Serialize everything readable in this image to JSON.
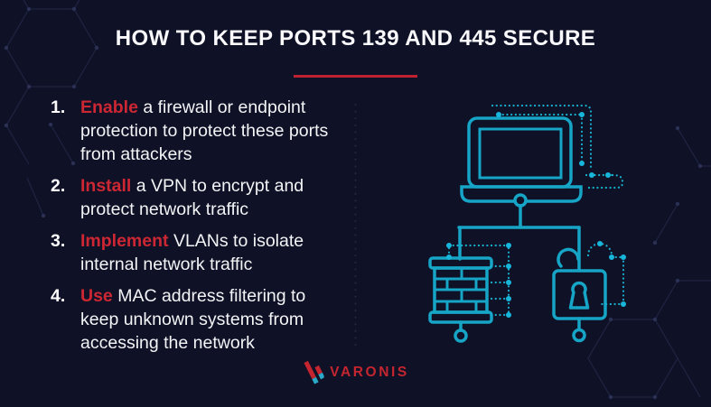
{
  "header": {
    "title": "HOW TO KEEP PORTS 139 AND 445 SECURE"
  },
  "steps": [
    {
      "number": "1.",
      "keyword": "Enable",
      "text": " a firewall or endpoint protection to protect these ports from attackers"
    },
    {
      "number": "2.",
      "keyword": "Install",
      "text": " a VPN to encrypt and protect network traffic"
    },
    {
      "number": "3.",
      "keyword": "Implement",
      "text": " VLANs to isolate internal network traffic"
    },
    {
      "number": "4.",
      "keyword": "Use",
      "text": " MAC address filtering to keep unknown systems from accessing the network"
    }
  ],
  "illustration": {
    "icons": [
      "laptop-icon",
      "firewall-icon",
      "padlock-icon"
    ],
    "style": "teal outline network diagram with dotted circuit traces"
  },
  "footer": {
    "brand_name": "VARONIS"
  },
  "colors": {
    "background": "#0F1126",
    "teal_line": "#16A5C6",
    "teal_dot": "#17B6DA",
    "keyword_red": "#CC2733",
    "underline_red": "#BE2130",
    "logo_red": "#C4252F",
    "body_text": "#F3F4F6",
    "hexagon_line": "#1F2442"
  }
}
